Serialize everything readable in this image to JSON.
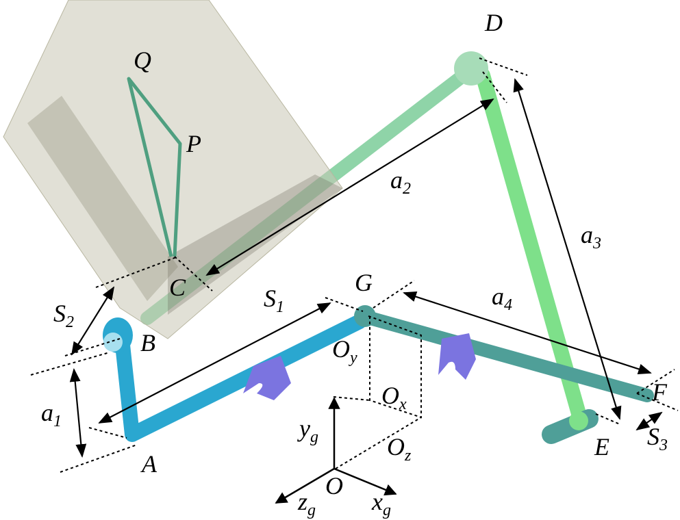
{
  "title": "Spatial linkage mechanism with coordinate frame",
  "colors": {
    "link_blue": "#2aa7d0",
    "link_green": "#7ee08a",
    "link_teal": "#4f9f98",
    "link_pale_green": "#8fd4a8",
    "support": "#7b74e0",
    "plane": "#c9c7b4"
  },
  "labels": {
    "Q": {
      "main": "Q",
      "sub": ""
    },
    "P": {
      "main": "P",
      "sub": ""
    },
    "D": {
      "main": "D",
      "sub": ""
    },
    "a2": {
      "main": "a",
      "sub": "2"
    },
    "a3": {
      "main": "a",
      "sub": "3"
    },
    "C": {
      "main": "C",
      "sub": ""
    },
    "G": {
      "main": "G",
      "sub": ""
    },
    "S1": {
      "main": "S",
      "sub": "1"
    },
    "a4": {
      "main": "a",
      "sub": "4"
    },
    "S2": {
      "main": "S",
      "sub": "2"
    },
    "B": {
      "main": "B",
      "sub": ""
    },
    "Oy": {
      "main": "O",
      "sub": "y"
    },
    "Ox": {
      "main": "O",
      "sub": "x"
    },
    "a1": {
      "main": "a",
      "sub": "1"
    },
    "F": {
      "main": "F",
      "sub": ""
    },
    "yg": {
      "main": "y",
      "sub": "g"
    },
    "Oz": {
      "main": "O",
      "sub": "z"
    },
    "A": {
      "main": "A",
      "sub": ""
    },
    "E": {
      "main": "E",
      "sub": ""
    },
    "S3": {
      "main": "S",
      "sub": "3"
    },
    "O": {
      "main": "O",
      "sub": ""
    },
    "zg": {
      "main": "z",
      "sub": "g"
    },
    "xg": {
      "main": "x",
      "sub": "g"
    }
  }
}
